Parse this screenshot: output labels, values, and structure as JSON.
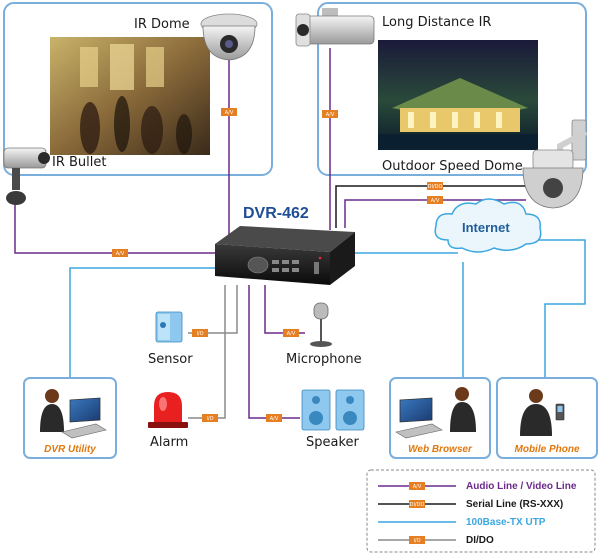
{
  "devices": {
    "ir_dome": "IR Dome",
    "long_distance_ir": "Long Distance IR",
    "ir_bullet": "IR Bullet",
    "outdoor_speed_dome": "Outdoor Speed Dome",
    "dvr": "DVR-462",
    "internet": "Internet",
    "sensor": "Sensor",
    "microphone": "Microphone",
    "alarm": "Alarm",
    "speaker": "Speaker"
  },
  "clients": {
    "dvr_utility": "DVR Utility",
    "web_browser": "Web Browser",
    "mobile_phone": "Mobile Phone"
  },
  "tags": {
    "av": "A/V",
    "dido": "DI/DO",
    "io": "I/O"
  },
  "legend": [
    {
      "label": "Audio Line / Video Line",
      "tag": "A/V",
      "color": "#6a2a8c"
    },
    {
      "label": "Serial Line (RS-XXX)",
      "tag": "DI/DO",
      "color": "#1a1a1a"
    },
    {
      "label": "100Base-TX UTP",
      "tag": "",
      "color": "#3aa7e0"
    },
    {
      "label": "DI/DO",
      "tag": "I/O",
      "color": "#8a8a8a"
    }
  ],
  "colors": {
    "av_line": "#6a2a8c",
    "serial_line": "#1a1a1a",
    "utp_line": "#3aa7e0",
    "dido_line": "#8a8a8a",
    "tag_fill": "#e67e22",
    "panel_border": "#7aaedc"
  }
}
